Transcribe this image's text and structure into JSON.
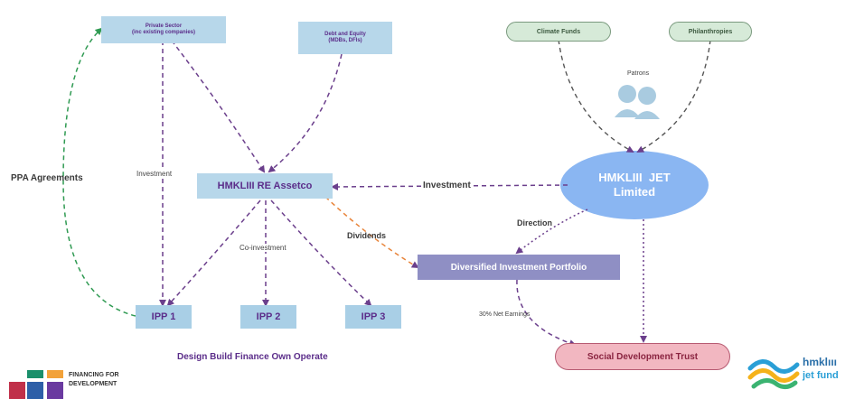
{
  "nodes": {
    "private_sector": {
      "line1": "Private Sector",
      "line2": "(inc existing companies)"
    },
    "debt_equity": {
      "line1": "Debt and Equity",
      "line2": "(MDBs, DFIs)"
    },
    "climate_funds": "Climate Funds",
    "philanthropies": "Philanthropies",
    "patrons": "Patrons",
    "jet_limited": {
      "line1": "HMKLIII  JET",
      "line2": "Limited"
    },
    "re_assetco": "HMKLIII RE Assetco",
    "portfolio": "Diversified Investment Portfolio",
    "social_trust": "Social Development Trust",
    "ipp1": "IPP 1",
    "ipp2": "IPP 2",
    "ipp3": "IPP 3"
  },
  "labels": {
    "ppa": "PPA Agreements",
    "investment_left": "Investment",
    "investment_mid": "Investment",
    "coinvestment": "Co-investment",
    "dividends": "Dividends",
    "direction": "Direction",
    "earnings": "30% Net Earnings",
    "caption": "Design Build Finance Own Operate"
  },
  "logos": {
    "ffd": {
      "line1": "FINANCING FOR",
      "line2": "DEVELOPMENT",
      "colors": [
        "#1a8f6b",
        "#f2a23a",
        "#2e5fa8",
        "#6a3aa0",
        "#1fa36a"
      ]
    },
    "hmk": {
      "line1": "hmklııı",
      "line2": "jet fund",
      "colors": [
        "#2a9fd6",
        "#f5b21a",
        "#3bb371"
      ]
    }
  },
  "colors": {
    "purple_text": "#5b2d8a",
    "arrow_purple": "#7a4a9a",
    "arrow_green": "#3aa65a",
    "arrow_orange": "#e8843a",
    "jet_blue": "#8ab6f2",
    "portfolio_bg": "#8f8fc4",
    "trust_bg": "#f2b7c1"
  }
}
